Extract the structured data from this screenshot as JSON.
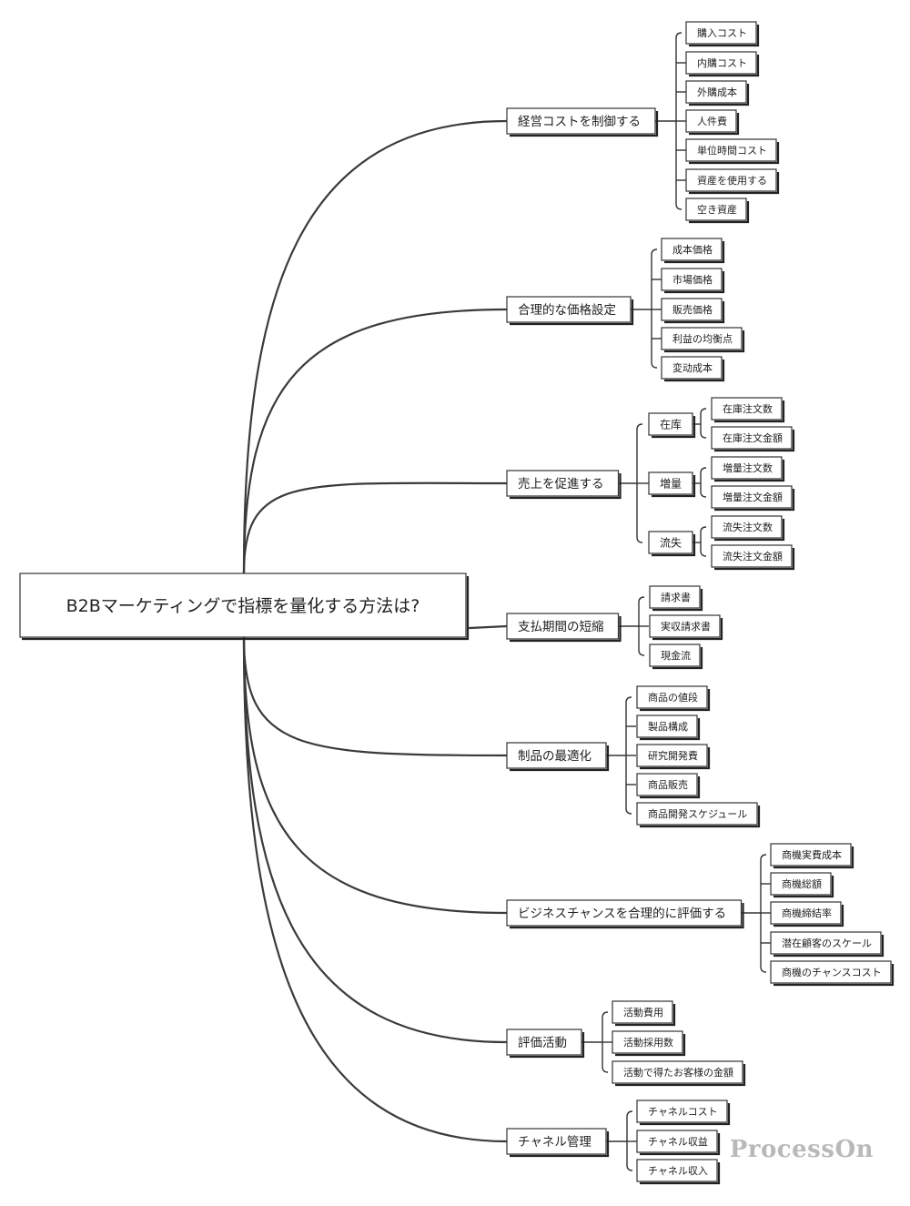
{
  "mindmap": {
    "root": "B2Bマーケティングで指標を量化する方法は?",
    "branches": [
      {
        "label": "経営コストを制御する",
        "children": [
          {
            "label": "購入コスト"
          },
          {
            "label": "内購コスト"
          },
          {
            "label": "外購成本"
          },
          {
            "label": "人件費"
          },
          {
            "label": "単位時間コスト"
          },
          {
            "label": "資産を使用する"
          },
          {
            "label": "空き資産"
          }
        ]
      },
      {
        "label": "合理的な価格設定",
        "children": [
          {
            "label": "成本価格"
          },
          {
            "label": "市場価格"
          },
          {
            "label": "販売価格"
          },
          {
            "label": "利益の均衡点"
          },
          {
            "label": "変动成本"
          }
        ]
      },
      {
        "label": "売上を促進する",
        "children": [
          {
            "label": "在库",
            "children": [
              {
                "label": "在庫注文数"
              },
              {
                "label": "在庫注文金額"
              }
            ]
          },
          {
            "label": "増量",
            "children": [
              {
                "label": "増量注文数"
              },
              {
                "label": "増量注文金額"
              }
            ]
          },
          {
            "label": "流失",
            "children": [
              {
                "label": "流失注文数"
              },
              {
                "label": "流失注文金額"
              }
            ]
          }
        ]
      },
      {
        "label": "支払期間の短縮",
        "children": [
          {
            "label": "請求書"
          },
          {
            "label": "実収請求書"
          },
          {
            "label": "現金流"
          }
        ]
      },
      {
        "label": "制品の最適化",
        "children": [
          {
            "label": "商品の値段"
          },
          {
            "label": "製品構成"
          },
          {
            "label": "研究開発費"
          },
          {
            "label": "商品販売"
          },
          {
            "label": "商品開発スケジュール"
          }
        ]
      },
      {
        "label": "ビジネスチャンスを合理的に評価する",
        "children": [
          {
            "label": "商機実費成本"
          },
          {
            "label": "商機総額"
          },
          {
            "label": "商機締結率"
          },
          {
            "label": "潜在顧客のスケール"
          },
          {
            "label": "商機のチャンスコスト"
          }
        ]
      },
      {
        "label": "評価活動",
        "children": [
          {
            "label": "活動費用"
          },
          {
            "label": "活動採用数"
          },
          {
            "label": "活動で得たお客様の金額"
          }
        ]
      },
      {
        "label": "チャネル管理",
        "children": [
          {
            "label": "チャネルコスト"
          },
          {
            "label": "チャネル収益"
          },
          {
            "label": "チャネル収入"
          }
        ]
      }
    ]
  },
  "watermark": "ProcessOn"
}
